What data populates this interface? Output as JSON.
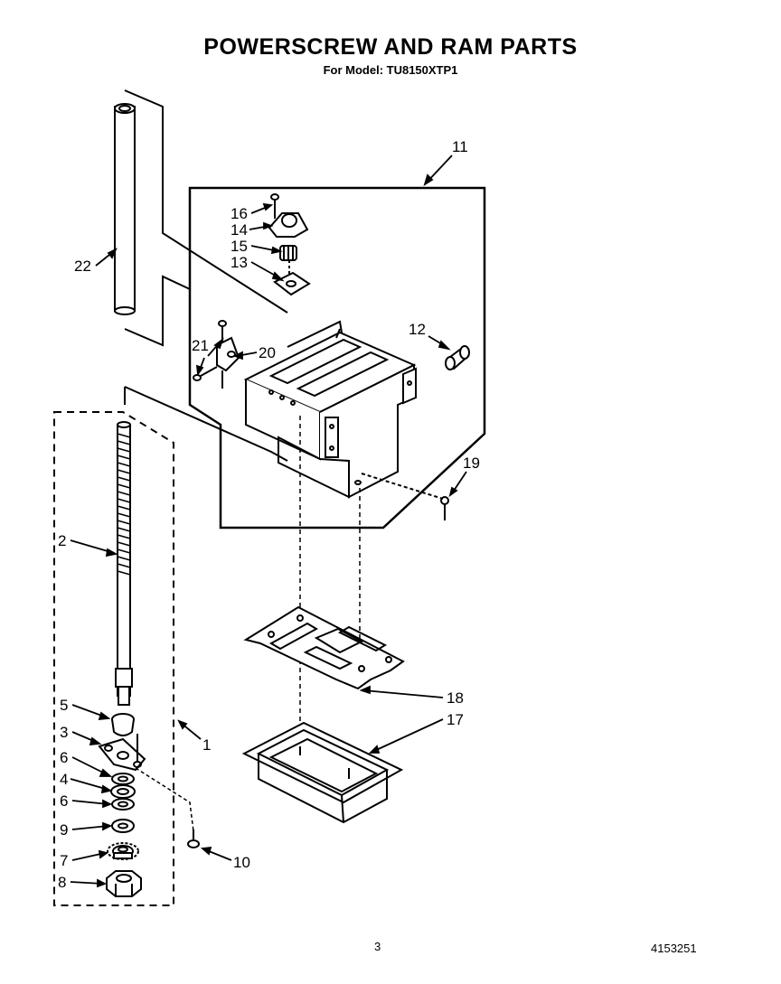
{
  "header": {
    "title": "POWERSCREW AND RAM PARTS",
    "subtitle": "For Model: TU8150XTP1"
  },
  "footer": {
    "page_number": "3",
    "document_number": "4153251"
  },
  "callouts": [
    "1",
    "2",
    "3",
    "4",
    "5",
    "6",
    "6",
    "7",
    "8",
    "9",
    "10",
    "11",
    "12",
    "13",
    "14",
    "15",
    "16",
    "17",
    "18",
    "19",
    "20",
    "21",
    "22"
  ]
}
